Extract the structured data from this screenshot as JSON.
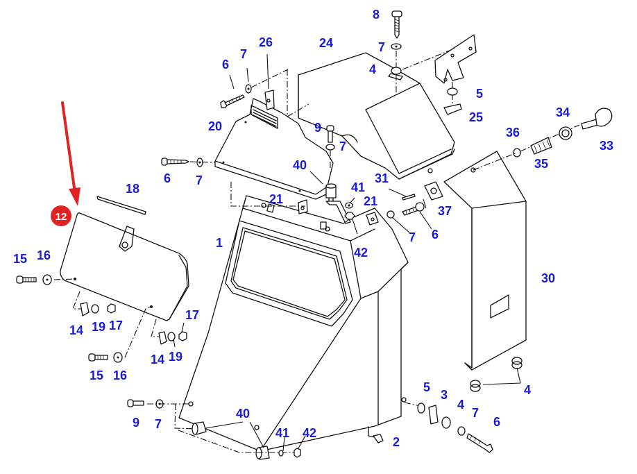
{
  "diagram": {
    "title": "Cab panel / door exploded parts diagram",
    "label_color": "#1a1adb",
    "highlight_color": "#e02424",
    "highlight": {
      "part": "12",
      "indicator": "red-arrow"
    },
    "labels": [
      {
        "id": "l8",
        "text": "8"
      },
      {
        "id": "l7a",
        "text": "7"
      },
      {
        "id": "l24",
        "text": "24"
      },
      {
        "id": "l4a",
        "text": "4"
      },
      {
        "id": "l26",
        "text": "26"
      },
      {
        "id": "l6a",
        "text": "6"
      },
      {
        "id": "l7b",
        "text": "7"
      },
      {
        "id": "l5a",
        "text": "5"
      },
      {
        "id": "l25",
        "text": "25"
      },
      {
        "id": "l34",
        "text": "34"
      },
      {
        "id": "l33",
        "text": "33"
      },
      {
        "id": "l36",
        "text": "36"
      },
      {
        "id": "l35",
        "text": "35"
      },
      {
        "id": "l20",
        "text": "20"
      },
      {
        "id": "l9a",
        "text": "9"
      },
      {
        "id": "l7c",
        "text": "7"
      },
      {
        "id": "l6b",
        "text": "6"
      },
      {
        "id": "l7d",
        "text": "7"
      },
      {
        "id": "l40a",
        "text": "40"
      },
      {
        "id": "l31",
        "text": "31"
      },
      {
        "id": "l41a",
        "text": "41"
      },
      {
        "id": "l21a",
        "text": "21"
      },
      {
        "id": "l21b",
        "text": "21"
      },
      {
        "id": "l18",
        "text": "18"
      },
      {
        "id": "l37",
        "text": "37"
      },
      {
        "id": "l7e",
        "text": "7"
      },
      {
        "id": "l6c",
        "text": "6"
      },
      {
        "id": "l42a",
        "text": "42"
      },
      {
        "id": "l1",
        "text": "1"
      },
      {
        "id": "l30",
        "text": "30"
      },
      {
        "id": "l15a",
        "text": "15"
      },
      {
        "id": "l16a",
        "text": "16"
      },
      {
        "id": "l14a",
        "text": "14"
      },
      {
        "id": "l19a",
        "text": "19"
      },
      {
        "id": "l17a",
        "text": "17"
      },
      {
        "id": "l17b",
        "text": "17"
      },
      {
        "id": "l14b",
        "text": "14"
      },
      {
        "id": "l19b",
        "text": "19"
      },
      {
        "id": "l15b",
        "text": "15"
      },
      {
        "id": "l16b",
        "text": "16"
      },
      {
        "id": "l4b",
        "text": "4"
      },
      {
        "id": "l5b",
        "text": "5"
      },
      {
        "id": "l3",
        "text": "3"
      },
      {
        "id": "l4c",
        "text": "4"
      },
      {
        "id": "l7f",
        "text": "7"
      },
      {
        "id": "l6d",
        "text": "6"
      },
      {
        "id": "l9b",
        "text": "9"
      },
      {
        "id": "l7g",
        "text": "7"
      },
      {
        "id": "l40b",
        "text": "40"
      },
      {
        "id": "l41b",
        "text": "41"
      },
      {
        "id": "l42b",
        "text": "42"
      },
      {
        "id": "l2",
        "text": "2"
      }
    ],
    "badge_text": "12"
  }
}
